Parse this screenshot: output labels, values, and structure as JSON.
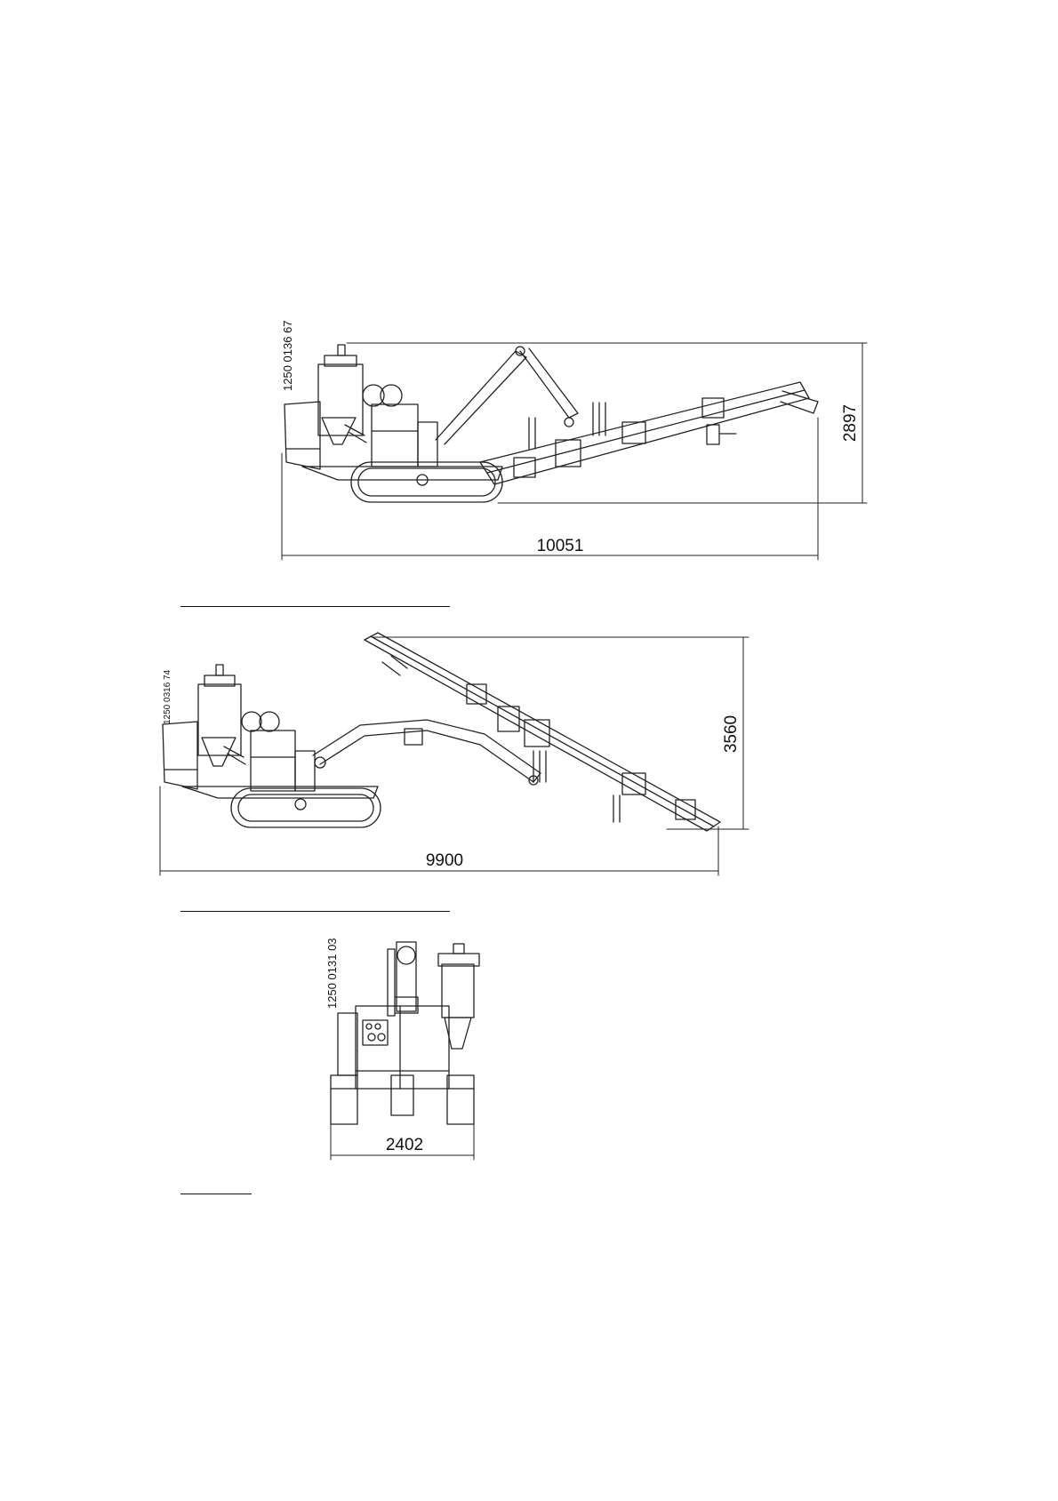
{
  "views": [
    {
      "id": "view-1",
      "drawing_number": "1250 0136 67",
      "length_dimension": "10051",
      "height_dimension": "2897"
    },
    {
      "id": "view-2",
      "drawing_number": "1250 0316 74",
      "length_dimension": "9900",
      "height_dimension": "3560"
    },
    {
      "id": "view-3",
      "drawing_number": "1250 0131 03",
      "width_dimension": "2402"
    }
  ]
}
